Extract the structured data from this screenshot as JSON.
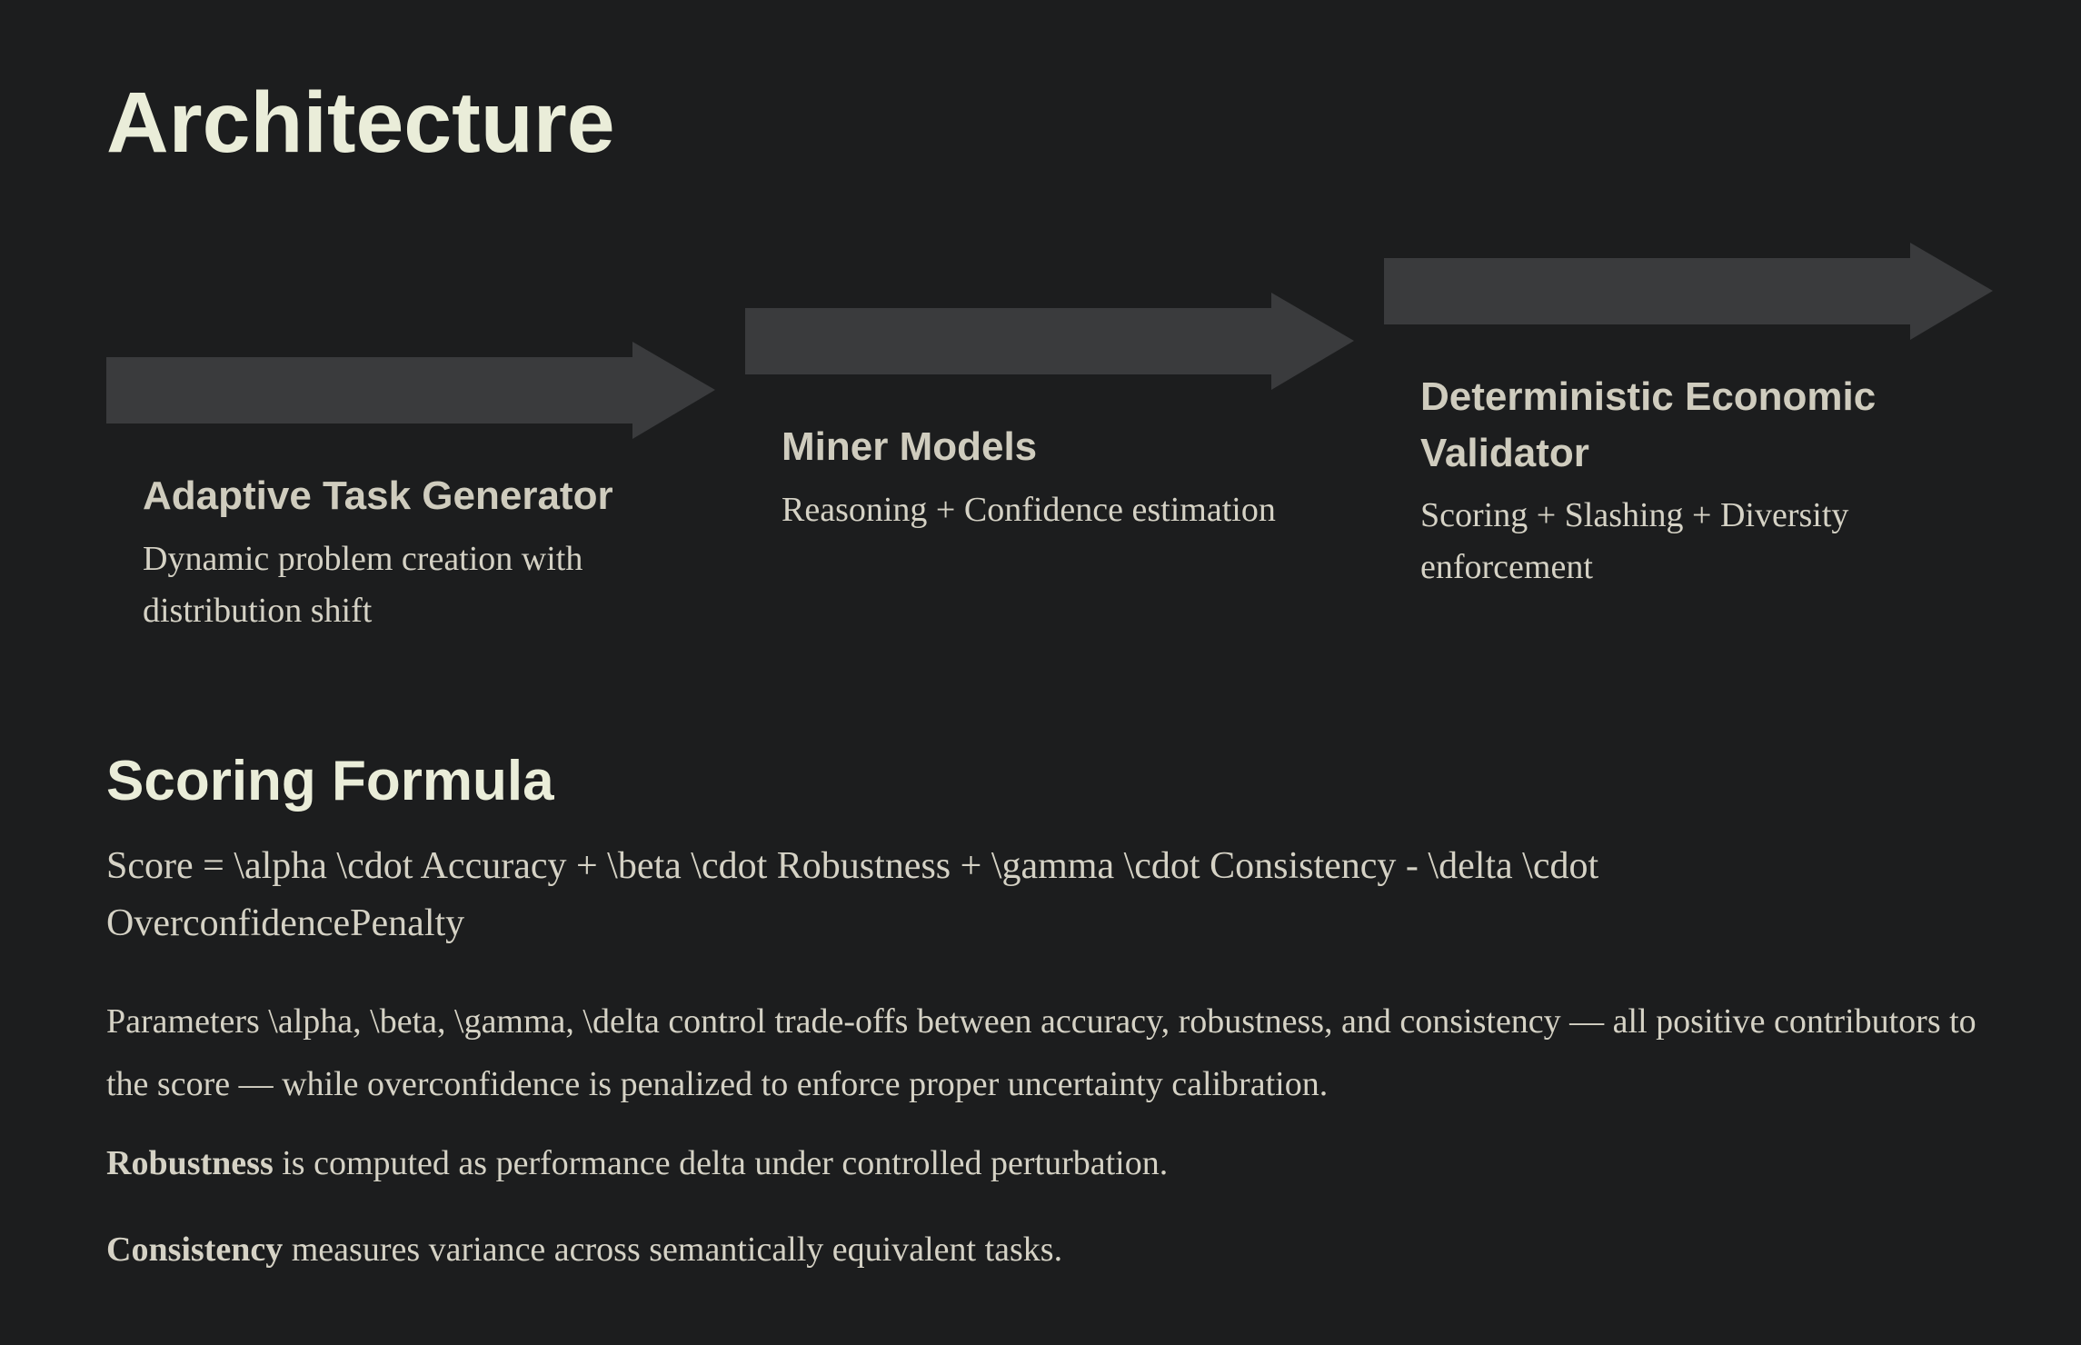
{
  "title": "Architecture",
  "colors": {
    "background": "#1c1d1e",
    "arrow_fill": "#3a3b3d",
    "accent_cream": "#eaedd9",
    "step_heading": "#cfccbe",
    "body_text": "#d5d2c5"
  },
  "pipeline": {
    "steps": [
      {
        "title": "Adaptive Task Generator",
        "description": "Dynamic problem creation with distribution shift"
      },
      {
        "title": "Miner Models",
        "description": "Reasoning + Confidence estimation"
      },
      {
        "title": "Deterministic Economic Validator",
        "description": "Scoring + Slashing + Diversity enforcement"
      }
    ]
  },
  "scoring": {
    "heading": "Scoring Formula",
    "formula": "Score = \\alpha \\cdot Accuracy + \\beta \\cdot Robustness + \\gamma \\cdot Consistency - \\delta \\cdot OverconfidencePenalty",
    "parameters_note": "Parameters \\alpha, \\beta, \\gamma, \\delta control trade-offs between accuracy, robustness, and consistency — all positive contributors to the score — while overconfidence is penalized to enforce proper uncertainty calibration.",
    "robustness": {
      "term": "Robustness",
      "definition": "is computed as performance delta under controlled perturbation."
    },
    "consistency": {
      "term": "Consistency",
      "definition": "measures variance across semantically equivalent tasks."
    }
  }
}
